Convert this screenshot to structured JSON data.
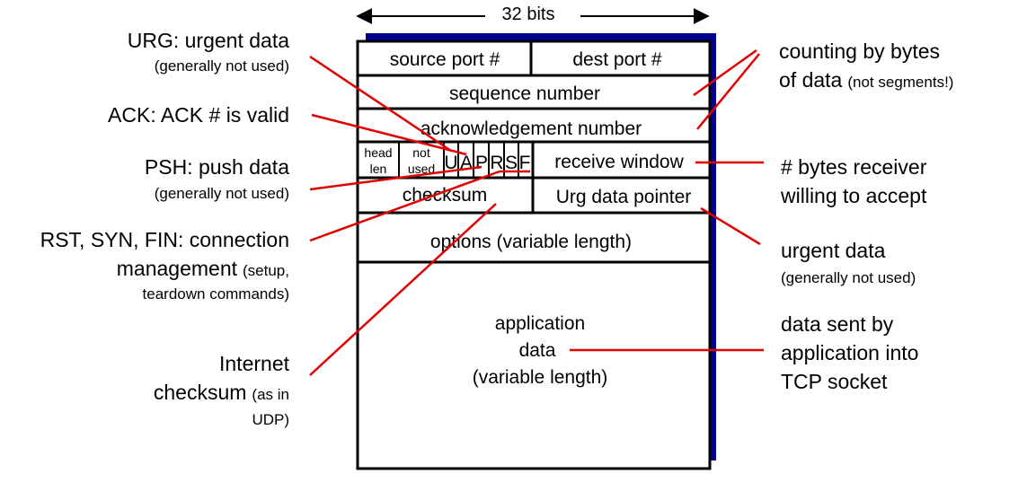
{
  "colors": {
    "border": "#000000",
    "shadow": "#00008b",
    "leader": "#e00000",
    "background": "#ffffff"
  },
  "header": {
    "width_label": "32 bits"
  },
  "segment": {
    "source_port": "source port #",
    "dest_port": "dest port #",
    "sequence_number": "sequence number",
    "acknowledgement_number": "acknowledgement number",
    "head_len_line1": "head",
    "head_len_line2": "len",
    "not_used_line1": "not",
    "not_used_line2": "used",
    "flag_u": "U",
    "flag_a": "A",
    "flag_p": "P",
    "flag_r": "R",
    "flag_s": "S",
    "flag_f": "F",
    "receive_window": "receive window",
    "checksum": "checksum",
    "urg_pointer": "Urg data pointer",
    "options": "options (variable length)",
    "app_line1": "application",
    "app_line2": "data",
    "app_line3": "(variable length)"
  },
  "annotations": {
    "urg": {
      "line1": "URG: urgent data",
      "line2": "(generally not used)"
    },
    "ack": {
      "line1": "ACK: ACK # is valid"
    },
    "psh": {
      "line1": "PSH: push data",
      "line2": "(generally not used)"
    },
    "rst": {
      "line1": "RST, SYN, FIN: connection",
      "line2": "management",
      "line2_small": "(setup,",
      "line3": "teardown commands)"
    },
    "internet": {
      "line1": "Internet",
      "line2": "checksum",
      "line2_small": "(as in",
      "line3": "UDP)"
    },
    "counting": {
      "line1": "counting by bytes",
      "line2": "of data",
      "line2_small": "(not segments!)"
    },
    "bytes": {
      "line1": "# bytes receiver",
      "line2": "willing to accept"
    },
    "urgent": {
      "line1": "urgent data",
      "line2": "(generally not used)"
    },
    "datasent": {
      "line1": "data sent by",
      "line2": "application into",
      "line3": "TCP socket"
    }
  }
}
